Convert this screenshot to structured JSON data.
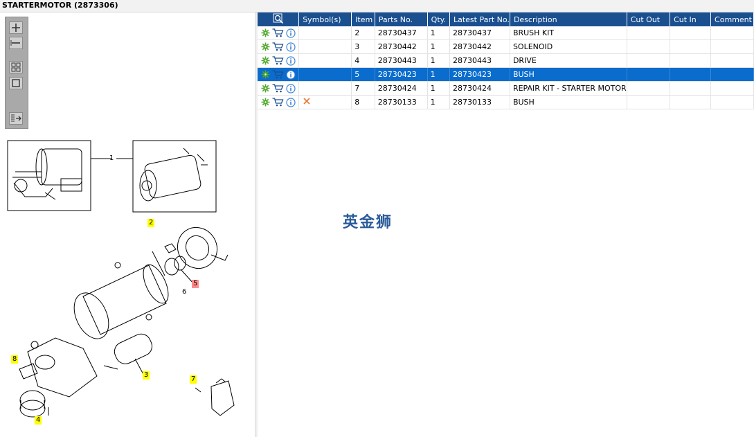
{
  "title": "STARTERMOTOR (2873306)",
  "toolbar": {
    "buttons": [
      "zoom-in",
      "zoom-out",
      "fit-grid",
      "fit-page",
      "export"
    ]
  },
  "diagram": {
    "callouts": [
      {
        "label": "1",
        "style": "plain"
      },
      {
        "label": "2",
        "style": "yellow"
      },
      {
        "label": "5",
        "style": "red"
      },
      {
        "label": "6",
        "style": "plain"
      },
      {
        "label": "8",
        "style": "yellow"
      },
      {
        "label": "3",
        "style": "yellow"
      },
      {
        "label": "7",
        "style": "yellow"
      },
      {
        "label": "4",
        "style": "yellow"
      }
    ]
  },
  "grid": {
    "headers": {
      "symbol": "Symbol(s)",
      "item": "Item",
      "parts_no": "Parts No.",
      "qty": "Qty.",
      "latest": "Latest Part No.",
      "description": "Description",
      "cut_out": "Cut Out",
      "cut_in": "Cut In",
      "comment": "Comment"
    },
    "rows": [
      {
        "item": "2",
        "parts_no": "28730437",
        "qty": "1",
        "latest": "28730437",
        "description": "BRUSH KIT",
        "selected": false,
        "symbol": ""
      },
      {
        "item": "3",
        "parts_no": "28730442",
        "qty": "1",
        "latest": "28730442",
        "description": "SOLENOID",
        "selected": false,
        "symbol": ""
      },
      {
        "item": "4",
        "parts_no": "28730443",
        "qty": "1",
        "latest": "28730443",
        "description": "DRIVE",
        "selected": false,
        "symbol": ""
      },
      {
        "item": "5",
        "parts_no": "28730423",
        "qty": "1",
        "latest": "28730423",
        "description": "BUSH",
        "selected": true,
        "symbol": ""
      },
      {
        "item": "7",
        "parts_no": "28730424",
        "qty": "1",
        "latest": "28730424",
        "description": "REPAIR KIT - STARTER MOTOR",
        "selected": false,
        "symbol": ""
      },
      {
        "item": "8",
        "parts_no": "28730133",
        "qty": "1",
        "latest": "28730133",
        "description": "BUSH",
        "selected": false,
        "symbol": "cross-icon"
      }
    ]
  },
  "watermark": "英金狮",
  "colors": {
    "header_bg": "#1a4f90",
    "selected_row": "#0a6ccc",
    "gear": "#4fa82a",
    "cart": "#1a4f90",
    "info": "#3b82d6",
    "cross": "#e8772e",
    "highlight_yellow": "#ffff00",
    "highlight_red": "#ff8c8c"
  }
}
